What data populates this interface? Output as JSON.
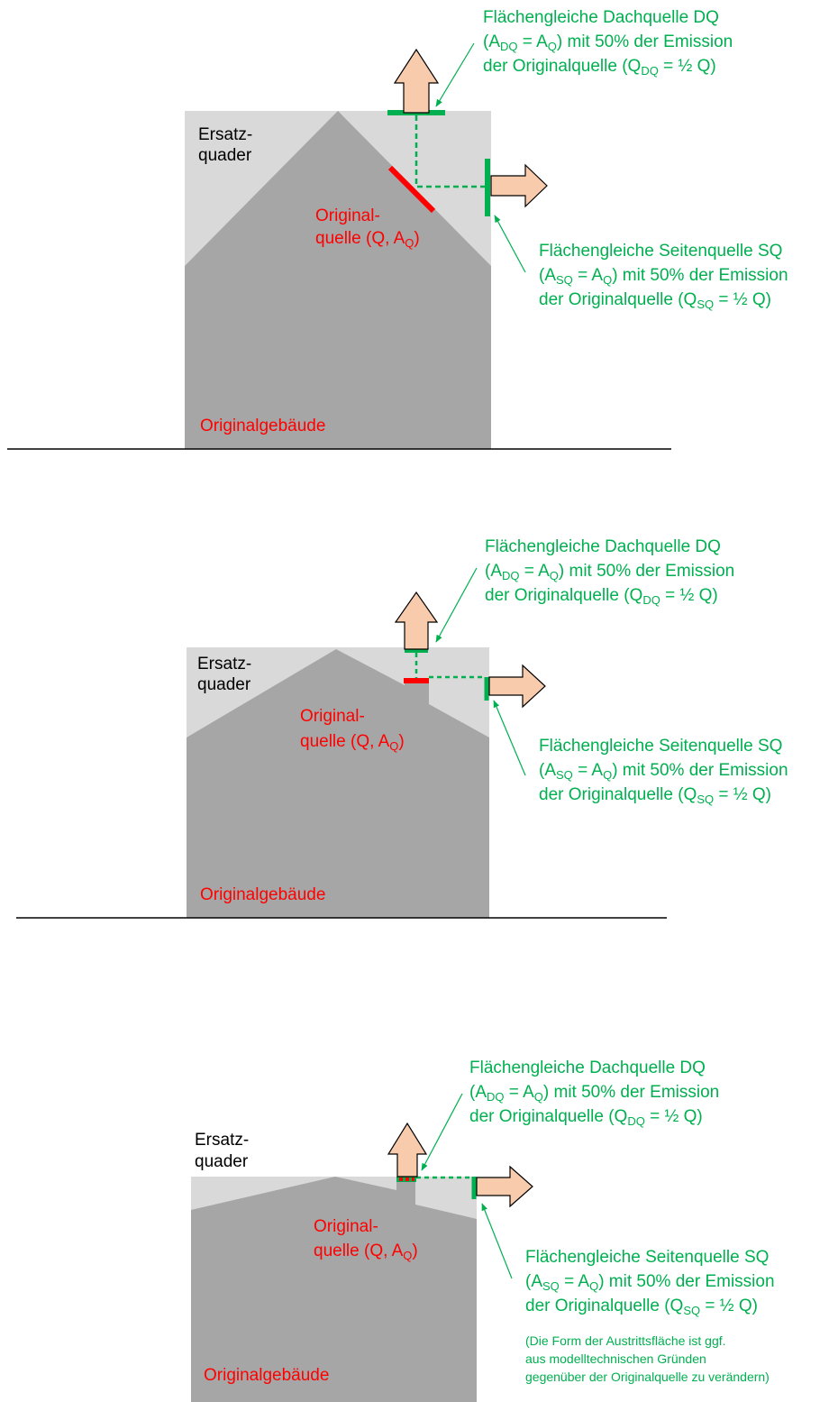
{
  "colors": {
    "quader": "#d9d9d9",
    "building": "#a6a6a6",
    "original": "#ff0000",
    "substitute": "#00b050",
    "arrow_fill": "#f8cbad",
    "arrow_stroke": "#000000",
    "text_dark": "#000000"
  },
  "labels": {
    "quader_line1": "Ersatz-",
    "quader_line2": "quader",
    "orig_line1": "Original-",
    "orig_line2_pre": "quelle (Q, A",
    "orig_line2_sub": "Q",
    "orig_line2_post": ")",
    "building": "Originalgebäude",
    "dq_line1": "Flächengleiche Dachquelle DQ",
    "dq_line2_a": "(A",
    "dq_line2_sub1": "DQ",
    "dq_line2_b": " = A",
    "dq_line2_sub2": "Q",
    "dq_line2_c": ") mit 50% der Emission",
    "dq_line3_a": "der  Originalquelle (Q",
    "dq_line3_sub": "DQ",
    "dq_line3_b": " = ½ Q)",
    "sq_line1": "Flächengleiche Seitenquelle SQ",
    "sq_line2_a": "(A",
    "sq_line2_sub1": "SQ",
    "sq_line2_b": " = A",
    "sq_line2_sub2": "Q",
    "sq_line2_c": ") mit 50% der Emission",
    "sq_line3_a": "der Originalquelle (Q",
    "sq_line3_sub": "SQ",
    "sq_line3_b": " = ½ Q)",
    "note_line1": "(Die Form der Austrittsfläche ist ggf.",
    "note_line2": "aus modelltechnischen Gründen",
    "note_line3": "gegenüber der Originalquelle zu verändern)"
  },
  "panels": [
    {
      "id": "panel-1"
    },
    {
      "id": "panel-2"
    },
    {
      "id": "panel-3"
    }
  ]
}
